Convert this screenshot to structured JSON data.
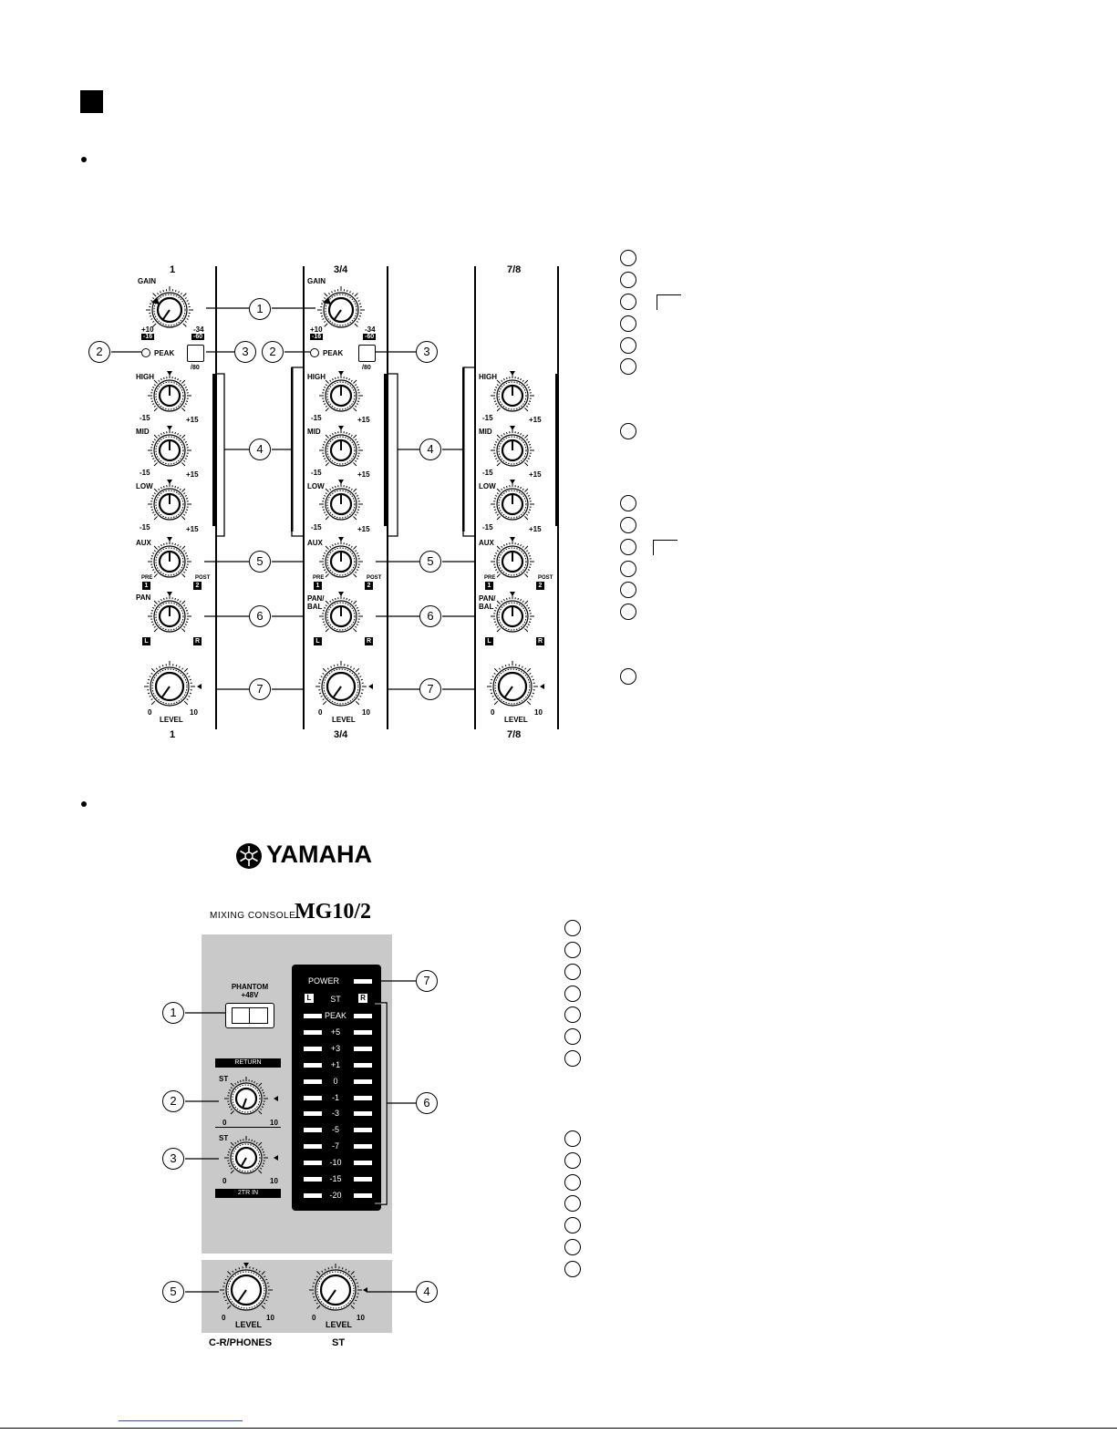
{
  "page": {
    "bullets": [
      "",
      ""
    ]
  },
  "panel1": {
    "channels": [
      {
        "top_label": "1",
        "bottom_label": "1"
      },
      {
        "top_label": "3/4",
        "bottom_label": "3/4"
      },
      {
        "top_label": "7/8",
        "bottom_label": "7/8"
      }
    ],
    "labels": {
      "gain": "GAIN",
      "gain_left": "+10",
      "gain_right": "-34",
      "gain_left_sub": "-16",
      "gain_right_sub": "-60",
      "peak": "PEAK",
      "hpf": "/80",
      "high": "HIGH",
      "mid": "MID",
      "low": "LOW",
      "eq_min": "-15",
      "eq_max": "+15",
      "aux": "AUX",
      "pre": "PRE",
      "post": "POST",
      "pre_num": "1",
      "post_num": "2",
      "pan": "PAN",
      "pan_bal": "PAN/\nBAL",
      "pan_l": "L",
      "pan_r": "R",
      "level": "LEVEL",
      "level_min": "0",
      "level_max": "10"
    },
    "callouts": [
      "1",
      "2",
      "3",
      "4",
      "5",
      "6",
      "7"
    ]
  },
  "panel2": {
    "brand": "YAMAHA",
    "subtitle": "MIXING CONSOLE",
    "model": "MG10/2",
    "phantom": "PHANTOM\n+48V",
    "return_label": "RETURN",
    "twotr_label": "2TR IN",
    "st": "ST",
    "knob_min": "0",
    "knob_max": "10",
    "power": "POWER",
    "meter_l": "L",
    "meter_st": "ST",
    "meter_r": "R",
    "meter_scale": [
      "PEAK",
      "+5",
      "+3",
      "+1",
      "0",
      "-1",
      "-3",
      "-5",
      "-7",
      "-10",
      "-15",
      "-20"
    ],
    "level": "LEVEL",
    "bottom_left": "C-R/PHONES",
    "bottom_right": "ST",
    "callouts": [
      "1",
      "2",
      "3",
      "4",
      "5",
      "6",
      "7"
    ]
  },
  "legend": {
    "list1_count": 14,
    "list2_count": 14
  }
}
